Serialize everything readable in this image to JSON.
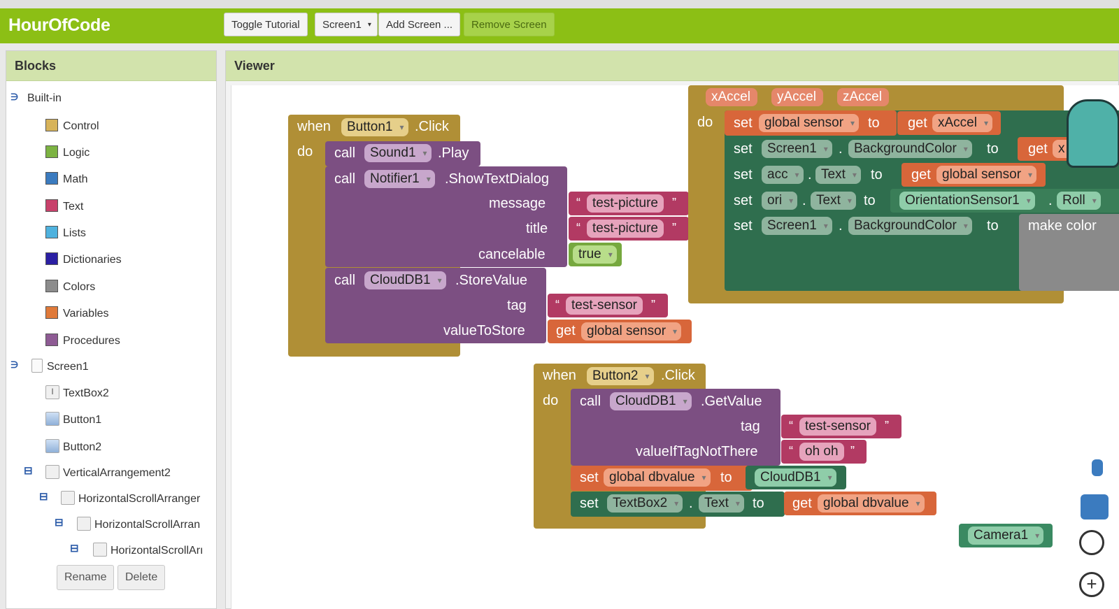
{
  "app": {
    "title": "HourOfCode"
  },
  "toolbar": {
    "toggle_tutorial": "Toggle Tutorial",
    "screen_select": "Screen1",
    "add_screen": "Add Screen ...",
    "remove_screen": "Remove Screen"
  },
  "blocks_panel": {
    "title": "Blocks",
    "builtin_label": "Built-in",
    "builtin": [
      {
        "label": "Control",
        "color": "#d7b35a"
      },
      {
        "label": "Logic",
        "color": "#7cb342"
      },
      {
        "label": "Math",
        "color": "#3b7bbf"
      },
      {
        "label": "Text",
        "color": "#c8416b"
      },
      {
        "label": "Lists",
        "color": "#4fb2de"
      },
      {
        "label": "Dictionaries",
        "color": "#2b1fa3"
      },
      {
        "label": "Colors",
        "color": "#8c8c8c"
      },
      {
        "label": "Variables",
        "color": "#e07a3a"
      },
      {
        "label": "Procedures",
        "color": "#8e5b94"
      }
    ],
    "components": [
      {
        "label": "Screen1"
      },
      {
        "label": "TextBox2"
      },
      {
        "label": "Button1"
      },
      {
        "label": "Button2"
      },
      {
        "label": "VerticalArrangement2"
      },
      {
        "label": "HorizontalScrollArranger"
      },
      {
        "label": "HorizontalScrollArran"
      },
      {
        "label": "HorizontalScrollArı"
      }
    ],
    "rename_button": "Rename",
    "delete_button": "Delete"
  },
  "viewer": {
    "title": "Viewer",
    "colors": {
      "event": "#b08f36",
      "procedure": "#7c4f82",
      "component_set": "#2f6e4e",
      "variable": "#d8663a",
      "text": "#b23a63",
      "logic": "#76a83e"
    },
    "button1_event": {
      "when": "when",
      "component": "Button1",
      "event": ".Click",
      "do": "do",
      "call1": {
        "kw": "call",
        "component": "Sound1",
        "method": ".Play"
      },
      "call2": {
        "kw": "call",
        "component": "Notifier1",
        "method": ".ShowTextDialog",
        "message_label": "message",
        "message_value": "test-picture",
        "title_label": "title",
        "title_value": "test-picture",
        "cancelable_label": "cancelable",
        "cancelable_value": "true"
      },
      "call3": {
        "kw": "call",
        "component": "CloudDB1",
        "method": ".StoreValue",
        "tag_label": "tag",
        "tag_value": "test-sensor",
        "value_label": "valueToStore",
        "get_kw": "get",
        "value_var": "global sensor"
      }
    },
    "button2_event": {
      "when": "when",
      "component": "Button2",
      "event": ".Click",
      "do": "do",
      "call": {
        "kw": "call",
        "component": "CloudDB1",
        "method": ".GetValue",
        "tag_label": "tag",
        "tag_value": "test-sensor",
        "default_label": "valueIfTagNotThere",
        "default_value": "oh oh"
      },
      "set1": {
        "kw": "set",
        "var": "global dbvalue",
        "to": "to",
        "value": "CloudDB1"
      },
      "set2": {
        "kw": "set",
        "component": "TextBox2",
        "dot": ".",
        "prop": "Text",
        "to": "to",
        "get_kw": "get",
        "value_var": "global dbvalue"
      }
    },
    "accel_event": {
      "params": [
        "xAccel",
        "yAccel",
        "zAccel"
      ],
      "do": "do",
      "rows": [
        {
          "kw": "set",
          "target": "global sensor",
          "to": "to",
          "value_kw": "get",
          "value": "xAccel"
        },
        {
          "kw": "set",
          "target": "Screen1",
          "dot": ".",
          "prop": "BackgroundColor",
          "to": "to",
          "value_kw": "get",
          "value": "x"
        },
        {
          "kw": "set",
          "target": "acc",
          "dot": ".",
          "prop": "Text",
          "to": "to",
          "value_kw": "get",
          "value": "global sensor"
        },
        {
          "kw": "set",
          "target": "ori",
          "dot": ".",
          "prop": "Text",
          "to": "to",
          "value": "OrientationSensor1",
          "value_prop": "Roll"
        },
        {
          "kw": "set",
          "target": "Screen1",
          "dot": ".",
          "prop": "BackgroundColor",
          "to": "to",
          "value": "make color"
        }
      ]
    },
    "camera_block": {
      "component": "Camera1"
    }
  }
}
